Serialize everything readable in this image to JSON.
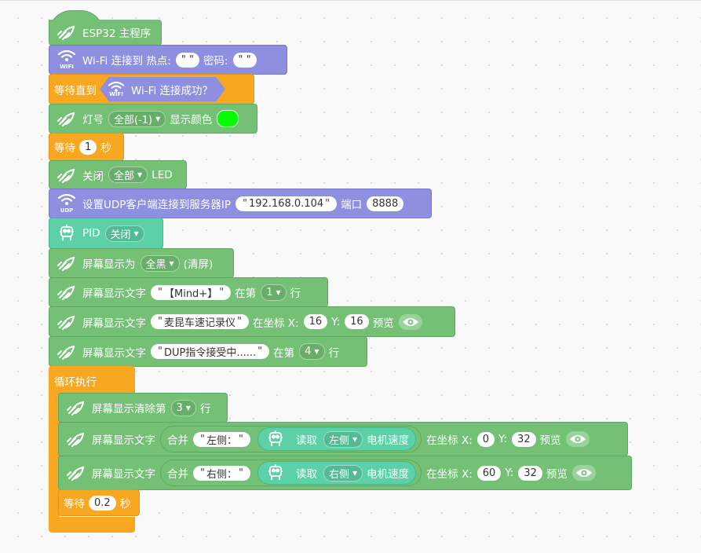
{
  "colors": {
    "green": "#74c176",
    "orange": "#f8a720",
    "purple": "#8e8fe0",
    "teal": "#5cd0a6",
    "led_color": "#00ff00"
  },
  "b1": {
    "label": "ESP32 主程序"
  },
  "b2": {
    "label1": "Wi-Fi 连接到 热点:",
    "ssid": "\" \"",
    "label2": "密码:",
    "pwd": "\" \"",
    "icon_text": "WIFI"
  },
  "b3": {
    "label": "等待直到",
    "inner": "Wi-Fi 连接成功？",
    "icon_text": "WIFI"
  },
  "b4": {
    "label1": "灯号",
    "dd": "全部(-1)",
    "label2": "显示颜色"
  },
  "b5": {
    "label": "等待",
    "value": "1",
    "unit": "秒"
  },
  "b6": {
    "label": "关闭",
    "dd": "全部",
    "label2": "LED"
  },
  "b7": {
    "label": "设置UDP客户端连接到服务器IP",
    "ip": "192.168.0.104",
    "label2": "端口",
    "port": "8888",
    "icon_text": "UDP"
  },
  "b8": {
    "label": "PID",
    "dd": "关闭"
  },
  "b9": {
    "label": "屏幕显示为",
    "dd": "全黑",
    "label2": "(清屏)"
  },
  "b10": {
    "label": "屏幕显示文字",
    "text": "【Mind+】",
    "label2": "在第",
    "dd": "1",
    "label3": "行"
  },
  "b11": {
    "label": "屏幕显示文字",
    "text": "麦昆车速记录仪",
    "label2": "在坐标 X:",
    "x": "16",
    "label3": "Y:",
    "y": "16",
    "label4": "预览"
  },
  "b12": {
    "label": "屏幕显示文字",
    "text": "DUP指令接受中......",
    "label2": "在第",
    "dd": "4",
    "label3": "行"
  },
  "loop": {
    "label": "循环执行"
  },
  "b13": {
    "label": "屏幕显示清除第",
    "dd": "3",
    "label2": "行"
  },
  "b14": {
    "label": "屏幕显示文字",
    "merge": "合并",
    "text": "左侧：",
    "read": "读取",
    "dd": "左侧",
    "speed": "电机速度",
    "label2": "在坐标 X:",
    "x": "0",
    "label3": "Y:",
    "y": "32",
    "label4": "预览"
  },
  "b15": {
    "label": "屏幕显示文字",
    "merge": "合并",
    "text": "右侧：",
    "read": "读取",
    "dd": "右侧",
    "speed": "电机速度",
    "label2": "在坐标 X:",
    "x": "60",
    "label3": "Y:",
    "y": "32",
    "label4": "预览"
  },
  "b16": {
    "label": "等待",
    "value": "0.2",
    "unit": "秒"
  },
  "quote": "\""
}
